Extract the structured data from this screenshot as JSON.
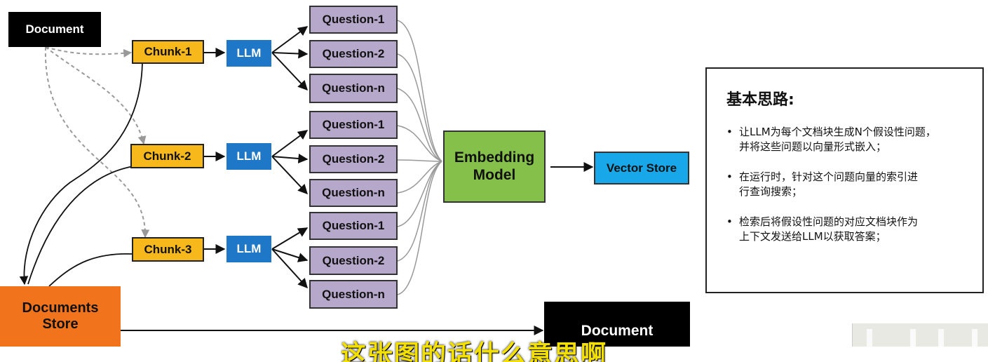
{
  "document": "Document",
  "chunks": [
    "Chunk-1",
    "Chunk-2",
    "Chunk-3"
  ],
  "llm": "LLM",
  "questions": [
    "Question-1",
    "Question-2",
    "Question-n"
  ],
  "embedding": {
    "line1": "Embedding",
    "line2": "Model"
  },
  "vector_store": "Vector Store",
  "documents_store": {
    "line1": "Documents",
    "line2": "Store"
  },
  "document_bottom": "Document",
  "info": {
    "title": "基本思路:",
    "bullets": [
      {
        "line1": "让LLM为每个文档块生成N个假设性问题，",
        "line2": "并将这些问题以向量形式嵌入；"
      },
      {
        "line1": "在运行时，针对这个问题向量的索引进",
        "line2": "行查询搜索；"
      },
      {
        "line1": "检索后将假设性问题的对应文档块作为",
        "line2": "上下文发送给LLM以获取答案；"
      }
    ]
  },
  "caption": "这张图的话什么意思啊",
  "colors": {
    "document": "#000000",
    "chunk": "#f7b81b",
    "llm": "#1f77c8",
    "question": "#b6a8cb",
    "embedding": "#84c04a",
    "vector_store": "#18a8ea",
    "documents_store": "#f1741d",
    "caption": "#f3e000"
  }
}
